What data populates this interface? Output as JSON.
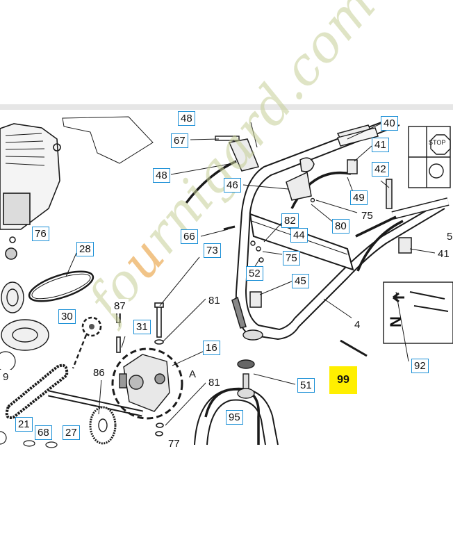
{
  "labels": [
    {
      "id": "l48a",
      "text": "48",
      "boxed": true
    },
    {
      "id": "l67",
      "text": "67",
      "boxed": true
    },
    {
      "id": "l48",
      "text": "48",
      "boxed": true
    },
    {
      "id": "l40",
      "text": "40",
      "boxed": true
    },
    {
      "id": "l41a",
      "text": "41",
      "boxed": true
    },
    {
      "id": "l42",
      "text": "42",
      "boxed": true
    },
    {
      "id": "l46",
      "text": "46",
      "boxed": true
    },
    {
      "id": "l49",
      "text": "49",
      "boxed": true
    },
    {
      "id": "l75a",
      "text": "75",
      "boxed": false
    },
    {
      "id": "l80",
      "text": "80",
      "boxed": true
    },
    {
      "id": "l82",
      "text": "82",
      "boxed": true
    },
    {
      "id": "l44",
      "text": "44",
      "boxed": true
    },
    {
      "id": "l76",
      "text": "76",
      "boxed": true
    },
    {
      "id": "l66",
      "text": "66",
      "boxed": true
    },
    {
      "id": "l73",
      "text": "73",
      "boxed": true
    },
    {
      "id": "l28",
      "text": "28",
      "boxed": true
    },
    {
      "id": "l75b",
      "text": "75",
      "boxed": true
    },
    {
      "id": "l52",
      "text": "52",
      "boxed": true
    },
    {
      "id": "l45",
      "text": "45",
      "boxed": true
    },
    {
      "id": "l41b",
      "text": "41",
      "boxed": false
    },
    {
      "id": "l5",
      "text": "5",
      "boxed": false
    },
    {
      "id": "l87",
      "text": "87",
      "boxed": false
    },
    {
      "id": "l81a",
      "text": "81",
      "boxed": false
    },
    {
      "id": "l30",
      "text": "30",
      "boxed": true
    },
    {
      "id": "l31",
      "text": "31",
      "boxed": true
    },
    {
      "id": "l16",
      "text": "16",
      "boxed": true
    },
    {
      "id": "l4",
      "text": "4",
      "boxed": false
    },
    {
      "id": "lA",
      "text": "A",
      "boxed": false
    },
    {
      "id": "l86",
      "text": "86",
      "boxed": false
    },
    {
      "id": "l81b",
      "text": "81",
      "boxed": false
    },
    {
      "id": "l51",
      "text": "51",
      "boxed": true
    },
    {
      "id": "l92",
      "text": "92",
      "boxed": true
    },
    {
      "id": "l9",
      "text": "9",
      "boxed": false
    },
    {
      "id": "l95",
      "text": "95",
      "boxed": true
    },
    {
      "id": "l21",
      "text": "21",
      "boxed": true
    },
    {
      "id": "l68",
      "text": "68",
      "boxed": true
    },
    {
      "id": "l27",
      "text": "27",
      "boxed": true
    },
    {
      "id": "l77",
      "text": "77",
      "boxed": false
    }
  ],
  "highlight": {
    "text": "99",
    "color": "#ffef00"
  },
  "sticker_text": {
    "stop": "STOP",
    "letter_n": "N"
  },
  "watermark": {
    "prefix": "fo",
    "accent": "u",
    "suffix": "rnigard.com"
  },
  "colors": {
    "label_border": "#1a8fd6",
    "line": "#1a1a1a",
    "watermark": "#c4ce96",
    "watermark_accent": "#ecb060"
  }
}
